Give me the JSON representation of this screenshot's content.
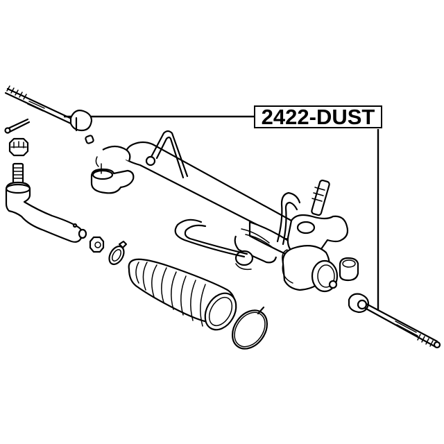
{
  "diagram": {
    "type": "exploded-parts-view",
    "subject": "steering rack assembly",
    "background_color": "#ffffff",
    "line_color": "#000000",
    "callout": {
      "part_number": "2422-DUST",
      "points_to": [
        "left-inner-tie-rod",
        "right-inner-tie-rod"
      ]
    },
    "components": [
      {
        "id": "left-inner-tie-rod",
        "label": "inner tie rod (left)"
      },
      {
        "id": "cotter-pin",
        "label": "cotter pin"
      },
      {
        "id": "castle-nut",
        "label": "castle nut"
      },
      {
        "id": "outer-tie-rod-end",
        "label": "outer tie rod end"
      },
      {
        "id": "lock-nut",
        "label": "lock nut"
      },
      {
        "id": "boot-clamp-small",
        "label": "boot clamp (small)"
      },
      {
        "id": "rack-boot",
        "label": "rack boot / dust cover"
      },
      {
        "id": "boot-clamp-large",
        "label": "boot clamp (large)"
      },
      {
        "id": "rack-housing",
        "label": "steering rack housing"
      },
      {
        "id": "hydraulic-lines",
        "label": "hydraulic lines"
      },
      {
        "id": "pinion-valve",
        "label": "pinion / valve body"
      },
      {
        "id": "right-inner-tie-rod",
        "label": "inner tie rod (right)"
      }
    ]
  }
}
